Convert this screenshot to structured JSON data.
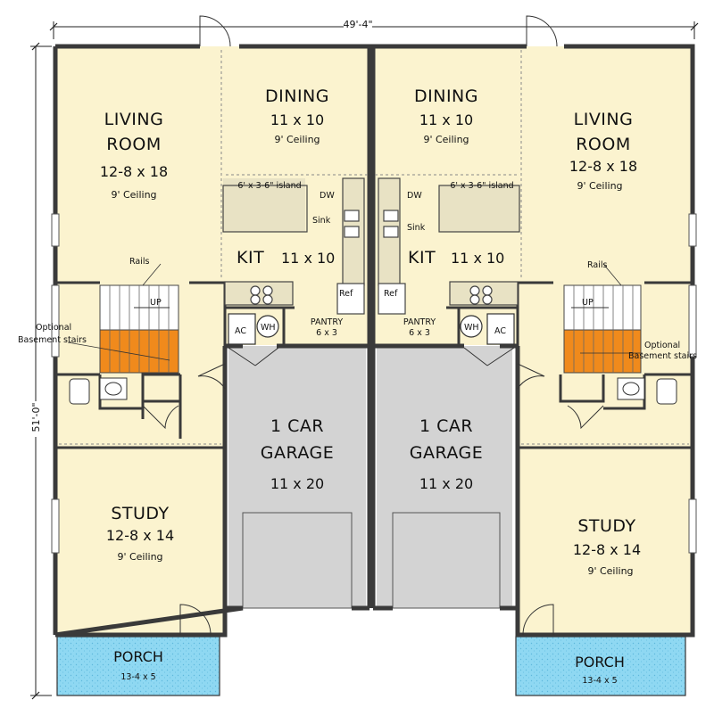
{
  "dimensions": {
    "width": "49'-4\"",
    "height": "51'-0\""
  },
  "left_unit": {
    "living": {
      "name1": "LIVING",
      "name2": "ROOM",
      "size": "12-8 x 18",
      "ceiling": "9' Ceiling"
    },
    "dining": {
      "name": "DINING",
      "size": "11 x 10",
      "ceiling": "9' Ceiling"
    },
    "island": "6' x 3-6\" island",
    "kitchen": {
      "name": "KIT",
      "size": "11 x 10"
    },
    "dw": "DW",
    "sink": "Sink",
    "ref": "Ref",
    "rails": "Rails",
    "up": "UP",
    "basement1": "Optional",
    "basement2": "Basement stairs",
    "ac": "AC",
    "wh": "WH",
    "pantry": {
      "name": "PANTRY",
      "size": "6 x 3"
    },
    "garage": {
      "name1": "1 CAR",
      "name2": "GARAGE",
      "size": "11 x 20"
    },
    "study": {
      "name": "STUDY",
      "size": "12-8 x 14",
      "ceiling": "9' Ceiling"
    },
    "porch": {
      "name": "PORCH",
      "size": "13-4 x 5"
    }
  },
  "right_unit": {
    "living": {
      "name1": "LIVING",
      "name2": "ROOM",
      "size": "12-8 x 18",
      "ceiling": "9' Ceiling"
    },
    "dining": {
      "name": "DINING",
      "size": "11 x 10",
      "ceiling": "9' Ceiling"
    },
    "island": "6' x 3-6\" island",
    "kitchen": {
      "name": "KIT",
      "size": "11 x 10"
    },
    "dw": "DW",
    "sink": "Sink",
    "ref": "Ref",
    "rails": "Rails",
    "up": "UP",
    "basement1": "Optional",
    "basement2": "Basement stairs",
    "ac": "AC",
    "wh": "WH",
    "pantry": {
      "name": "PANTRY",
      "size": "6 x 3"
    },
    "garage": {
      "name1": "1 CAR",
      "name2": "GARAGE",
      "size": "11 x 20"
    },
    "study": {
      "name": "STUDY",
      "size": "12-8 x 14",
      "ceiling": "9' Ceiling"
    },
    "porch": {
      "name": "PORCH",
      "size": "13-4 x 5"
    }
  },
  "colors": {
    "room_fill": "#fbf3cf",
    "garage_fill": "#d3d3d3",
    "porch_fill": "#8fd8f2",
    "stair_fill": "#f08a1c",
    "wall": "#3a3a3a"
  }
}
